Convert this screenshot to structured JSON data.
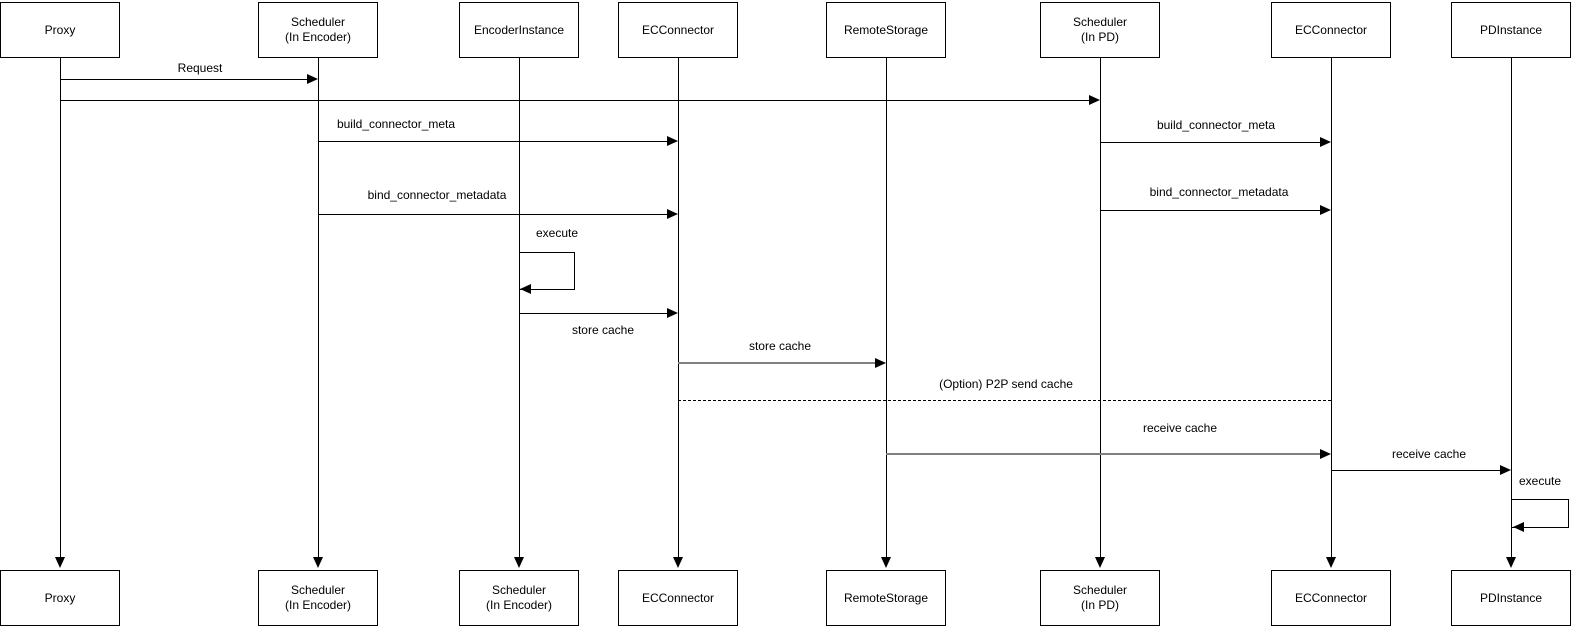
{
  "diagram": {
    "kind": "uml-sequence-diagram",
    "colors": {
      "background": "#ffffff",
      "line": "#000000",
      "secondary_line": "#808080",
      "text": "#000000",
      "box_fill": "#ffffff"
    }
  },
  "participants": [
    {
      "id": "proxy",
      "top_line1": "Proxy",
      "top_line2": "",
      "bottom_line1": "Proxy",
      "bottom_line2": ""
    },
    {
      "id": "scheduler-encoder",
      "top_line1": "Scheduler",
      "top_line2": "(In Encoder)",
      "bottom_line1": "Scheduler",
      "bottom_line2": "(In Encoder)"
    },
    {
      "id": "encoder-instance",
      "top_line1": "EncoderInstance",
      "top_line2": "",
      "bottom_line1": "Scheduler",
      "bottom_line2": "(In Encoder)"
    },
    {
      "id": "ecconnector-1",
      "top_line1": "ECConnector",
      "top_line2": "",
      "bottom_line1": "ECConnector",
      "bottom_line2": ""
    },
    {
      "id": "remote-storage",
      "top_line1": "RemoteStorage",
      "top_line2": "",
      "bottom_line1": "RemoteStorage",
      "bottom_line2": ""
    },
    {
      "id": "scheduler-pd",
      "top_line1": "Scheduler",
      "top_line2": "(In PD)",
      "bottom_line1": "Scheduler",
      "bottom_line2": "(In PD)"
    },
    {
      "id": "ecconnector-2",
      "top_line1": "ECConnector",
      "top_line2": "",
      "bottom_line1": "ECConnector",
      "bottom_line2": ""
    },
    {
      "id": "pd-instance",
      "top_line1": "PDInstance",
      "top_line2": "",
      "bottom_line1": "PDInstance",
      "bottom_line2": ""
    }
  ],
  "messages": [
    {
      "label": "Request",
      "from": "Proxy",
      "to": "Scheduler (In Encoder)",
      "style": "solid"
    },
    {
      "label": "",
      "from": "Proxy",
      "to": "Scheduler (In PD)",
      "style": "solid"
    },
    {
      "label": "build_connector_meta",
      "from": "Scheduler (In Encoder)",
      "to": "ECConnector",
      "style": "solid"
    },
    {
      "label": "build_connector_meta",
      "from": "Scheduler (In PD)",
      "to": "ECConnector",
      "style": "solid"
    },
    {
      "label": "bind_connector_metadata",
      "from": "Scheduler (In Encoder)",
      "to": "ECConnector",
      "style": "solid"
    },
    {
      "label": "bind_connector_metadata",
      "from": "Scheduler (In PD)",
      "to": "ECConnector",
      "style": "solid"
    },
    {
      "label": "execute",
      "from": "EncoderInstance",
      "to": "EncoderInstance",
      "style": "self-loop"
    },
    {
      "label": "store cache",
      "from": "EncoderInstance",
      "to": "ECConnector",
      "style": "solid"
    },
    {
      "label": "store cache",
      "from": "ECConnector",
      "to": "RemoteStorage",
      "style": "solid-gray"
    },
    {
      "label": "(Option) P2P send cache",
      "from": "ECConnector",
      "to": "ECConnector (PD side)",
      "style": "dashed"
    },
    {
      "label": "receive cache",
      "from": "RemoteStorage",
      "to": "ECConnector",
      "style": "solid-gray"
    },
    {
      "label": "receive cache",
      "from": "ECConnector",
      "to": "PDInstance",
      "style": "solid"
    },
    {
      "label": "execute",
      "from": "PDInstance",
      "to": "PDInstance",
      "style": "self-loop"
    }
  ]
}
